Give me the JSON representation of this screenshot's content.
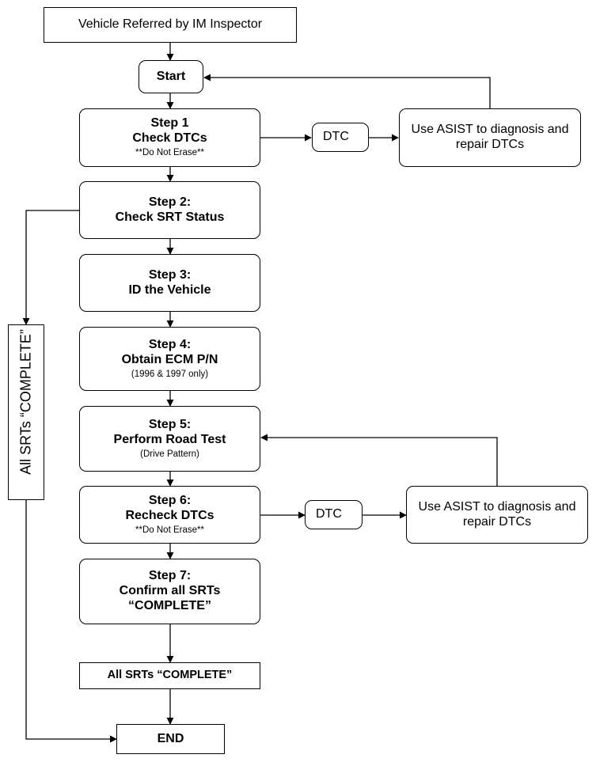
{
  "nodes": {
    "referred": "Vehicle Referred by IM Inspector",
    "start": "Start",
    "step1": {
      "title": "Step 1",
      "line": "Check DTCs",
      "note": "**Do Not Erase**"
    },
    "dtc1": "DTC",
    "asist1": {
      "line1": "Use ASIST to diagnosis and",
      "line2": "repair DTCs"
    },
    "step2": {
      "title": "Step 2:",
      "line": "Check SRT Status"
    },
    "step3": {
      "title": "Step 3:",
      "line": "ID the Vehicle"
    },
    "step4": {
      "title": "Step 4:",
      "line": "Obtain ECM P/N",
      "note": "(1996 & 1997 only)"
    },
    "step5": {
      "title": "Step 5:",
      "line": "Perform Road Test",
      "note": "(Drive Pattern)"
    },
    "step6": {
      "title": "Step 6:",
      "line": "Recheck DTCs",
      "note": "**Do Not Erase**"
    },
    "dtc2": "DTC",
    "asist2": {
      "line1": "Use ASIST to diagnosis and",
      "line2": "repair DTCs"
    },
    "step7": {
      "title": "Step 7:",
      "line1": "Confirm all SRTs",
      "line2": "“COMPLETE”"
    },
    "side_complete": "All SRTs “COMPLETE”",
    "bottom_complete": "All SRTs “COMPLETE”",
    "end": "END"
  }
}
